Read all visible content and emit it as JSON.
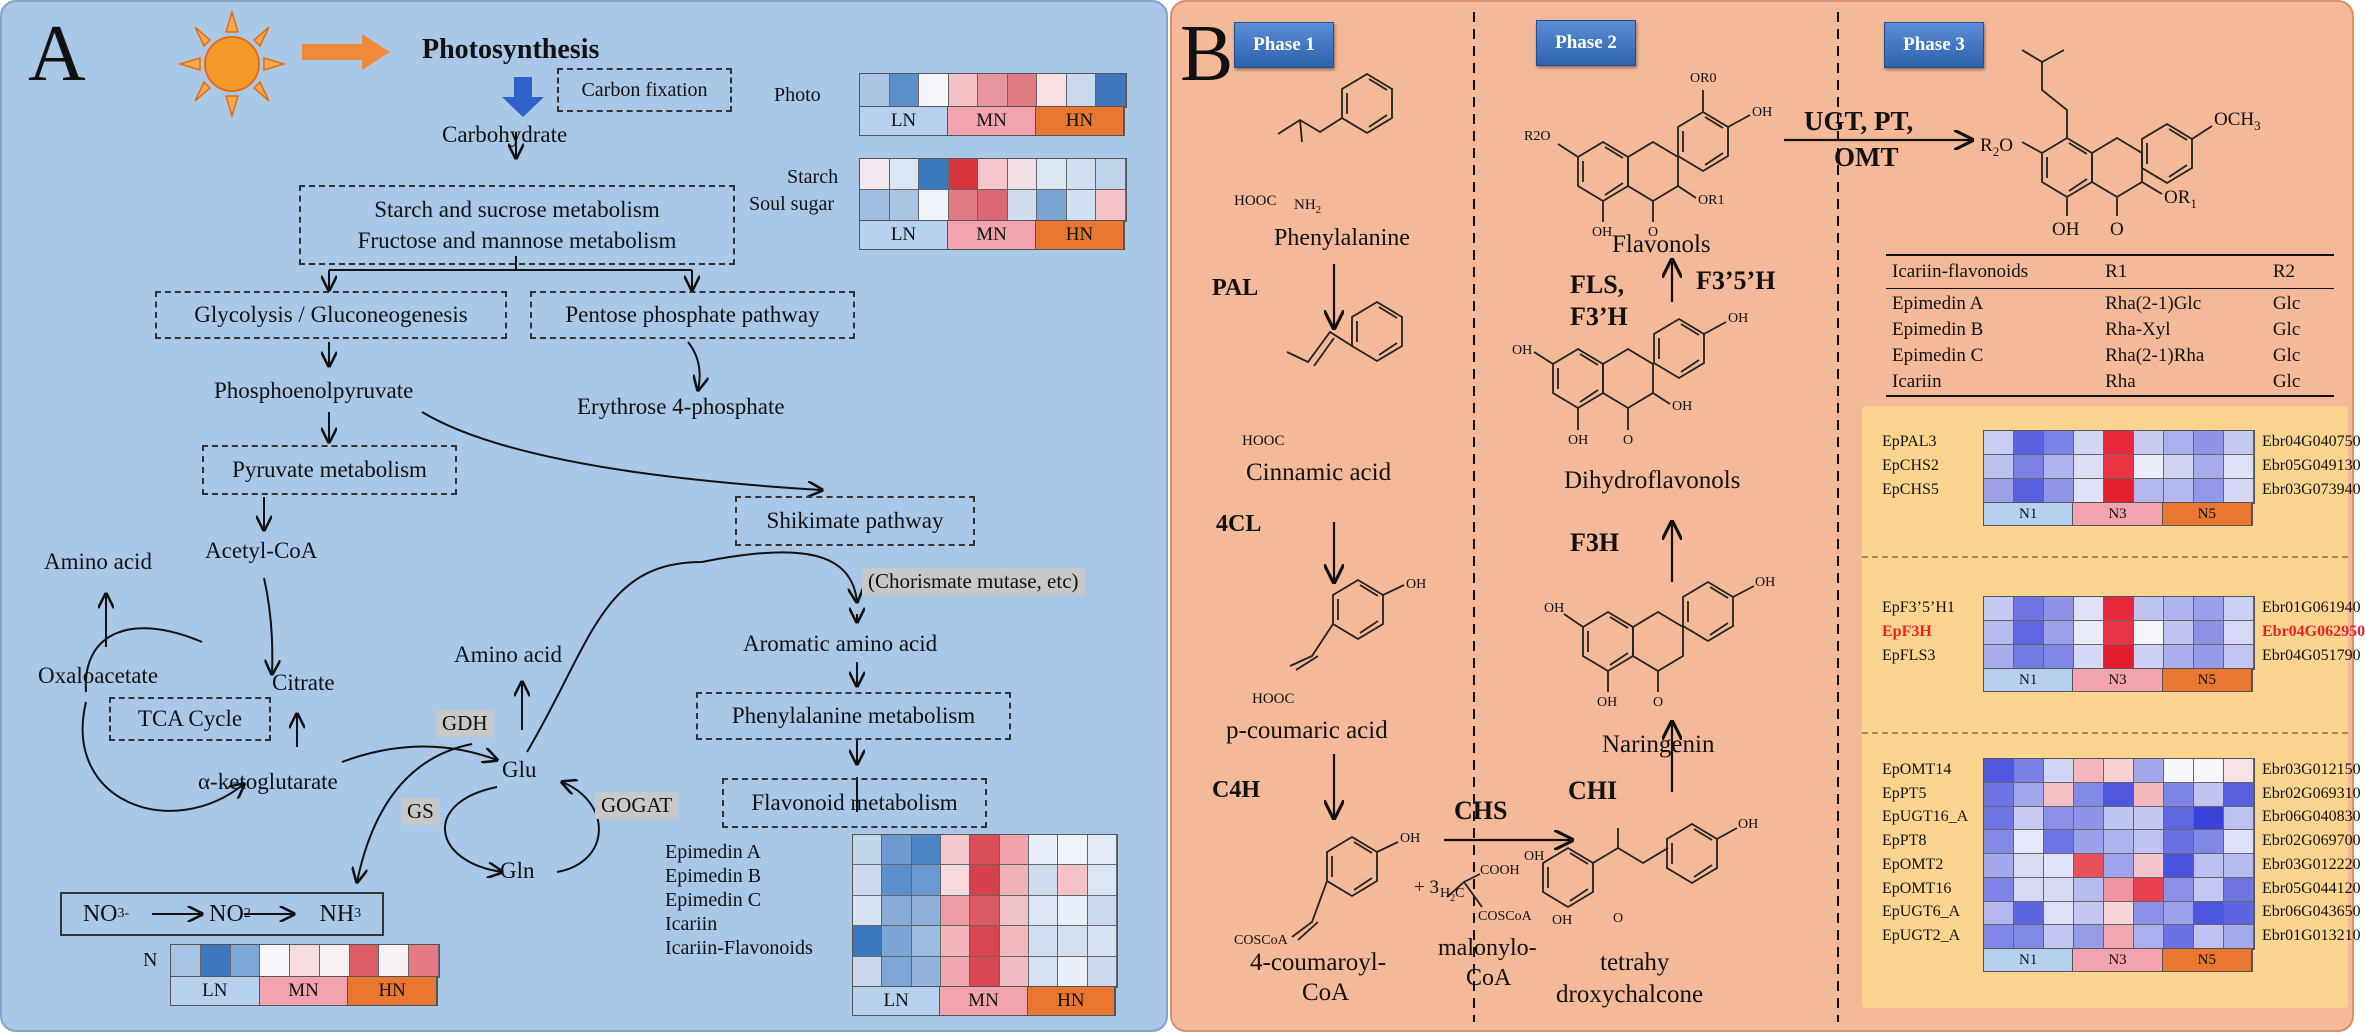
{
  "panelA": {
    "letter": "A",
    "photosynthesis": "Photosynthesis",
    "carbon_fixation": "Carbon fixation",
    "carbohydrate": "Carbohydrate",
    "starch_box": [
      "Starch and sucrose metabolism",
      "Fructose and mannose metabolism"
    ],
    "glycolysis": "Glycolysis / Gluconeogenesis",
    "pentose": "Pentose phosphate pathway",
    "pep": "Phosphoenolpyruvate",
    "e4p": "Erythrose 4-phosphate",
    "pyruvate": "Pyruvate metabolism",
    "shikimate": "Shikimate pathway",
    "chorismate": "(Chorismate mutase, etc)",
    "amino_acid_1": "Amino acid",
    "acetyl_coa": "Acetyl-CoA",
    "oxaloacetate": "Oxaloacetate",
    "citrate": "Citrate",
    "tca": "TCA Cycle",
    "akg": "α-ketoglutarate",
    "amino_acid_2": "Amino acid",
    "gdh": "GDH",
    "gs": "GS",
    "gogat": "GOGAT",
    "glu": "Glu",
    "gln": "Gln",
    "aromatic": "Aromatic amino acid",
    "phenylalanine_met": "Phenylalanine metabolism",
    "flavonoid_met": "Flavonoid metabolism",
    "nitrogen": {
      "no3": "NO",
      "no3_sub": "3",
      "no3_sup": "-",
      "no2": "NO",
      "no2_sub": "2",
      "no2_sup": "-",
      "nh3": "NH",
      "nh3_sub": "3"
    },
    "groups": [
      "LN",
      "MN",
      "HN"
    ],
    "photo_label": "Photo",
    "starch_labels": [
      "Starch",
      "Soul sugar"
    ],
    "n_label": "N",
    "epimedin_labels": [
      "Epimedin A",
      "Epimedin B",
      "Epimedin C",
      "Icariin",
      "Icariin-Flavonoids"
    ],
    "heatmaps": {
      "photo": [
        [
          "#aac5e4",
          "#5b8fc9",
          "#f4f6fb",
          "#f3c0c6",
          "#e9959d",
          "#e27a82",
          "#f7e0e3",
          "#c9d9ee",
          "#3f78bd"
        ]
      ],
      "starch": [
        [
          "#f3e7ef",
          "#dbe5f3",
          "#3a78c0",
          "#d8363f",
          "#f6c6cb",
          "#f1dfe8",
          "#dde6f3",
          "#d2def0",
          "#c2d4ec"
        ],
        [
          "#9fbde0",
          "#a9c4e3",
          "#eef2f9",
          "#e07b85",
          "#dd6770",
          "#cfdcee",
          "#7ba4d4",
          "#cfe0f0",
          "#f4c2c8"
        ]
      ],
      "n": [
        [
          "#a7c3e3",
          "#3f78bd",
          "#7da6d5",
          "#f6f6fb",
          "#f7dde0",
          "#f6f0f3",
          "#de5c66",
          "#f6f1f5",
          "#e47a83"
        ]
      ],
      "epimedin": [
        [
          "#c2d4ec",
          "#6d9bd0",
          "#4d86c6",
          "#f3c9ce",
          "#d94f59",
          "#f1a2ab",
          "#e7eef8",
          "#eef3fa",
          "#e3ebf6"
        ],
        [
          "#cbdaee",
          "#5b8fc9",
          "#6a99cf",
          "#f6dade",
          "#d6414b",
          "#f0b0b7",
          "#cfdcee",
          "#f4c2c8",
          "#dbe6f3"
        ],
        [
          "#d8e3f2",
          "#88acd8",
          "#8eb0da",
          "#ee9ca4",
          "#db5a64",
          "#eec4c9",
          "#dbe5f3",
          "#e9eff8",
          "#cbd9ee"
        ],
        [
          "#3d77bd",
          "#7ca4d4",
          "#9dbbdf",
          "#f1b4bb",
          "#d8464f",
          "#f0b7bd",
          "#d0ddef",
          "#d3e0f0",
          "#d6e2f1"
        ],
        [
          "#c8d7ed",
          "#7ea5d5",
          "#8fb1da",
          "#f0a6ae",
          "#d94953",
          "#eebcc2",
          "#d8e3f2",
          "#eaeff8",
          "#ced9ec"
        ]
      ]
    }
  },
  "panelB": {
    "letter": "B",
    "phases": [
      "Phase 1",
      "Phase 2",
      "Phase 3"
    ],
    "compounds": {
      "phenylalanine": "Phenylalanine",
      "cinnamic": "Cinnamic acid",
      "pcoumaric": "p-coumaric acid",
      "coumaroyl": [
        "4-coumaroyl-",
        "CoA"
      ],
      "malonyl": [
        "malonylo-",
        "CoA"
      ],
      "tetrahy": [
        "tetrahy",
        "droxychalcone"
      ],
      "naringenin": "Naringenin",
      "dihydroflavonols": "Dihydroflavonols",
      "flavonols": "Flavonols",
      "plus3": "+ 3"
    },
    "enzymes": {
      "pal": "PAL",
      "c4l": "4CL",
      "c4h": "C4H",
      "chs": "CHS",
      "chi": "CHI",
      "f3h": "F3H",
      "fls": "FLS,",
      "f3ph": "F3’H",
      "f35h": "F3’5’H",
      "ugt": "UGT, PT,",
      "omt": "OMT"
    },
    "chem_labels": {
      "hooc_nh2": "HOOC",
      "nh2": "NH",
      "nh2_sub": "2",
      "hooc": "HOOC",
      "hooc2": "HOOC",
      "coscoa": "COSCoA",
      "cooh": "COOH",
      "h2c": "H",
      "h2c_sub": "2",
      "h2c_c": "C",
      "coscoa2": "COSCoA",
      "oh": "OH",
      "or0": "OR0",
      "r2o": "R2O",
      "or1": "OR1",
      "o": "O",
      "och3": "OCH",
      "och3_sub": "3",
      "r2o_b": "R",
      "r2o_b_sub": "2",
      "r2o_b_o": "O",
      "or1_b": "OR",
      "or1_b_sub": "1"
    },
    "table": {
      "header": [
        "Icariin-flavonoids",
        "R1",
        "R2"
      ],
      "rows": [
        [
          "Epimedin A",
          "Rha(2-1)Glc",
          "Glc"
        ],
        [
          "Epimedin B",
          "Rha-Xyl",
          "Glc"
        ],
        [
          "Epimedin C",
          "Rha(2-1)Rha",
          "Glc"
        ],
        [
          "Icariin",
          "Rha",
          "Glc"
        ]
      ]
    },
    "groups": [
      "N1",
      "N3",
      "N5"
    ],
    "gene_blocks": [
      {
        "left": [
          "EpPAL3",
          "EpCHS2",
          "EpCHS5"
        ],
        "right": [
          "Ebr04G040750",
          "Ebr05G049130",
          "Ebr03G073940"
        ],
        "highlight": -1,
        "cells": [
          [
            "#c9cdf3",
            "#5b64e0",
            "#7c83e6",
            "#d3d5f5",
            "#e8283a",
            "#c8cbf2",
            "#aab0ed",
            "#8e94e8",
            "#c5c8f1"
          ],
          [
            "#bcc0ef",
            "#7c82e5",
            "#b0b4ee",
            "#dcdef6",
            "#ea3444",
            "#ecedfa",
            "#d1d3f4",
            "#a7abec",
            "#e0e1f7"
          ],
          [
            "#9ca1ea",
            "#5861df",
            "#8f95e9",
            "#dfe1f7",
            "#e4202f",
            "#b3b7ee",
            "#b4b8ee",
            "#9297e9",
            "#d5d7f5"
          ]
        ]
      },
      {
        "left": [
          "EpF3’5’H1",
          "EpF3H",
          "EpFLS3"
        ],
        "right": [
          "Ebr01G061940",
          "Ebr04G062950",
          "Ebr04G051790"
        ],
        "highlight": 1,
        "cells": [
          [
            "#c6c9f2",
            "#6e75e3",
            "#8e93e8",
            "#e0e1f7",
            "#e8283a",
            "#bfc3f0",
            "#b0b4ee",
            "#9aa0ea",
            "#cbcff3"
          ],
          [
            "#b7bbef",
            "#5e66e0",
            "#9ca1eb",
            "#eaebf9",
            "#e73343",
            "#f5f5fc",
            "#c0c3f1",
            "#8a91e7",
            "#d6d8f5"
          ],
          [
            "#a7acec",
            "#747be4",
            "#8087e6",
            "#d4d7f5",
            "#e31d2d",
            "#cdd0f3",
            "#a9aeed",
            "#969be9",
            "#c2c5f1"
          ]
        ]
      },
      {
        "left": [
          "EpOMT14",
          "EpPT5",
          "EpUGT16_A",
          "EpPT8",
          "EpOMT2",
          "EpOMT16",
          "EpUGT6_A",
          "EpUGT2_A"
        ],
        "right": [
          "Ebr03G012150",
          "Ebr02G069310",
          "Ebr06G040830",
          "Ebr02G069700",
          "Ebr03G012220",
          "Ebr05G044120",
          "Ebr06G043650",
          "Ebr01G013210"
        ],
        "highlight": -1,
        "cells": [
          [
            "#4e58de",
            "#7a80e5",
            "#d3d5f5",
            "#f3b6bc",
            "#f6d0d4",
            "#a3a8ec",
            "#f7f7fd",
            "#f6f6fc",
            "#f7e3e6"
          ],
          [
            "#6c73e2",
            "#a2a7ec",
            "#f3c0c6",
            "#8288e6",
            "#4f58de",
            "#f3b8be",
            "#7f85e6",
            "#c1c4f1",
            "#5860df"
          ],
          [
            "#6f75e3",
            "#c7caf2",
            "#8b90e7",
            "#8e94e8",
            "#c0c4f1",
            "#c4c7f2",
            "#5f67e0",
            "#3a43d9",
            "#bdc1f0"
          ],
          [
            "#838ae6",
            "#e6e7f8",
            "#6f76e3",
            "#9aa0ea",
            "#aeb2ed",
            "#c0c3f1",
            "#6a71e2",
            "#8087e6",
            "#dfe1f7"
          ],
          [
            "#a3a8ec",
            "#dadcf6",
            "#e2e3f8",
            "#e84f5d",
            "#9ea3eb",
            "#f3c5ca",
            "#4a53dd",
            "#bcc0ef",
            "#b7bbef"
          ],
          [
            "#7d84e5",
            "#d6d8f5",
            "#d9dbf6",
            "#b7bbef",
            "#f0949f",
            "#e7404f",
            "#8a90e7",
            "#c5c8f2",
            "#6e75e3"
          ],
          [
            "#b3b7ee",
            "#5d65e0",
            "#dfe0f7",
            "#c4c7f2",
            "#f6d4d8",
            "#8b91e7",
            "#9ca1eb",
            "#4d56de",
            "#5d65e0"
          ],
          [
            "#7f86e5",
            "#8288e6",
            "#c2c5f1",
            "#979ce9",
            "#f0a8b0",
            "#aab0ed",
            "#6a71e2",
            "#bfc2f0",
            "#a4a9ec"
          ]
        ]
      }
    ]
  }
}
